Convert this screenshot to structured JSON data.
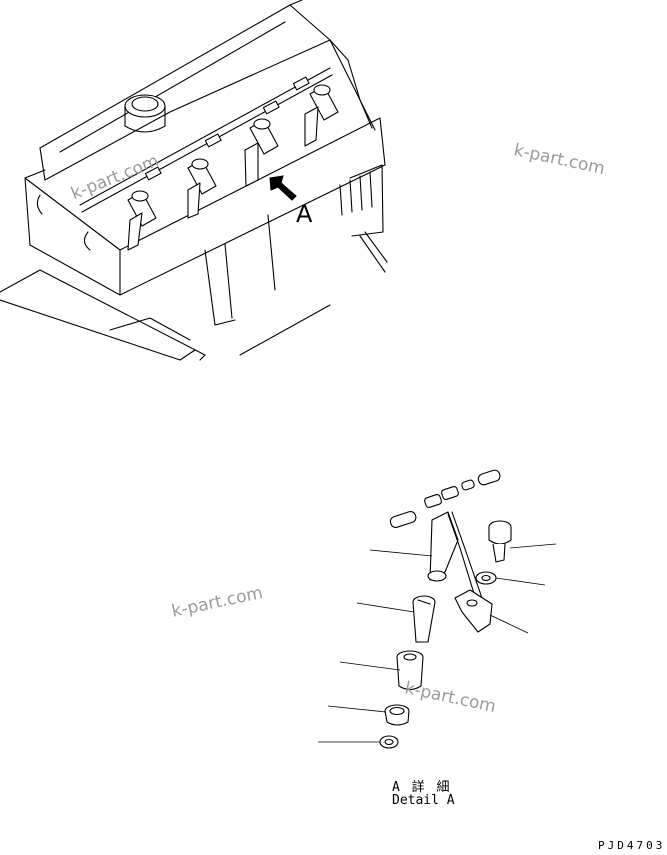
{
  "view_label": "A",
  "detail": {
    "title_jp": "A 詳 細",
    "title_en": "Detail A"
  },
  "drawing_code": "PJD4703",
  "watermark": "k-part.com"
}
